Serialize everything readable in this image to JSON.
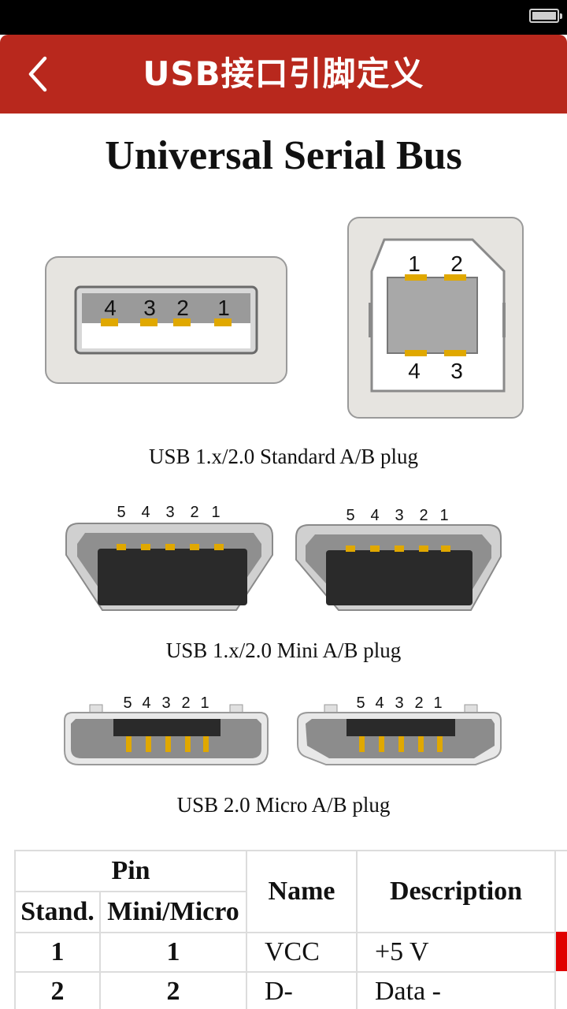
{
  "app": {
    "title": "USB接口引脚定义"
  },
  "page": {
    "heading": "Universal Serial Bus",
    "captions": {
      "standard": "USB 1.x/2.0 Standard A/B plug",
      "mini": "USB 1.x/2.0 Mini A/B plug",
      "micro": "USB 2.0 Micro A/B plug"
    }
  },
  "diagram": {
    "std_a_pins": [
      "4",
      "3",
      "2",
      "1"
    ],
    "std_b_top": [
      "1",
      "2"
    ],
    "std_b_bottom": [
      "4",
      "3"
    ],
    "mini_pins": [
      "5",
      "4",
      "3",
      "2",
      "1"
    ],
    "micro_pins": [
      "5",
      "4",
      "3",
      "2",
      "1"
    ]
  },
  "table": {
    "header": {
      "pin": "Pin",
      "stand": "Stand.",
      "mini_micro": "Mini/Micro",
      "name": "Name",
      "description": "Description"
    },
    "rows": [
      {
        "stand": "1",
        "mini": "1",
        "name": "VCC",
        "desc": "+5 V"
      },
      {
        "stand": "2",
        "mini": "2",
        "name": "D-",
        "desc": "Data -"
      }
    ]
  },
  "colors": {
    "appbar": "#b8281d",
    "pin_gold": "#e0a800",
    "row_flag": "#e00000"
  }
}
